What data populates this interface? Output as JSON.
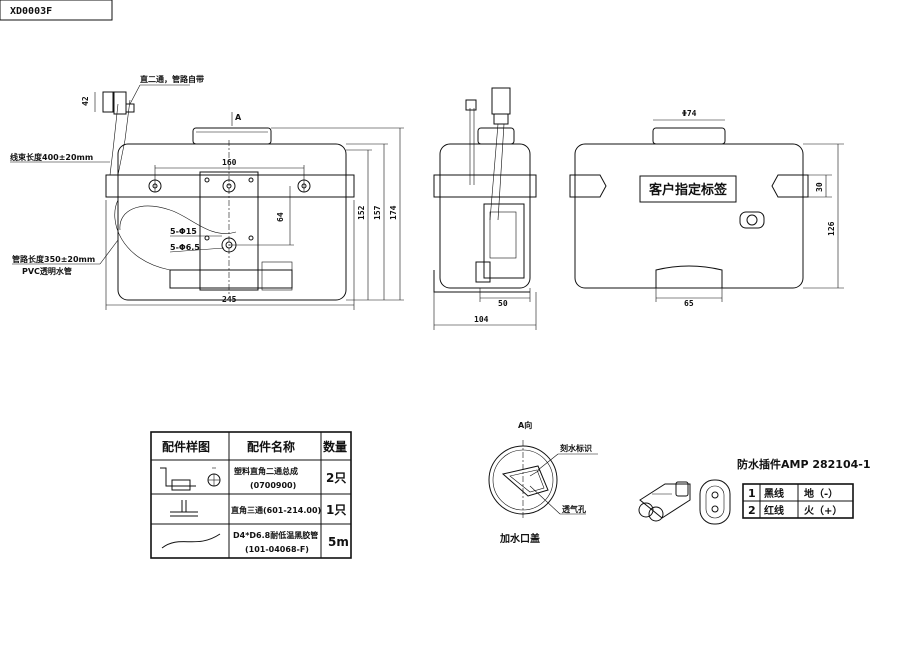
{
  "drawing_code": "XD0003F",
  "front_view": {
    "label_a": "A",
    "tee_note": "直二通，管路自带",
    "harness_length": "线束长度400±20mm",
    "hose_length": "管路长度350±20mm",
    "hose_material": "PVC透明水管",
    "dim_42": "42",
    "dim_160": "160",
    "dim_64": "64",
    "hole_15": "5-Φ15",
    "hole_6_5": "5-Φ6.5",
    "dim_152": "152",
    "dim_157": "157",
    "dim_174": "174",
    "dim_245": "245"
  },
  "side_view": {
    "dim_50": "50",
    "dim_104": "104"
  },
  "rear_view": {
    "dim_phi74": "Φ74",
    "label_box": "客户指定标签",
    "dim_30": "30",
    "dim_126": "126",
    "dim_65": "65"
  },
  "parts_table": {
    "headers": [
      "配件样图",
      "配件名称",
      "数量"
    ],
    "rows": [
      {
        "name_line1": "塑料直角二通总成",
        "name_line2": "(0700900)",
        "qty": "2只"
      },
      {
        "name_line1": "直角三通(601-214.00)",
        "name_line2": "",
        "qty": "1只"
      },
      {
        "name_line1": "D4*D6.8耐低温黑胶管",
        "name_line2": "(101-04068-F)",
        "qty": "5m"
      }
    ]
  },
  "cap_view": {
    "title": "A向",
    "water_mark": "刻水标识",
    "vent": "透气孔",
    "caption": "加水口盖"
  },
  "connector": {
    "title": "防水插件AMP 282104-1",
    "rows": [
      {
        "pin": "1",
        "wire": "黑线",
        "func": "地（-）"
      },
      {
        "pin": "2",
        "wire": "红线",
        "func": "火（+）"
      }
    ]
  }
}
